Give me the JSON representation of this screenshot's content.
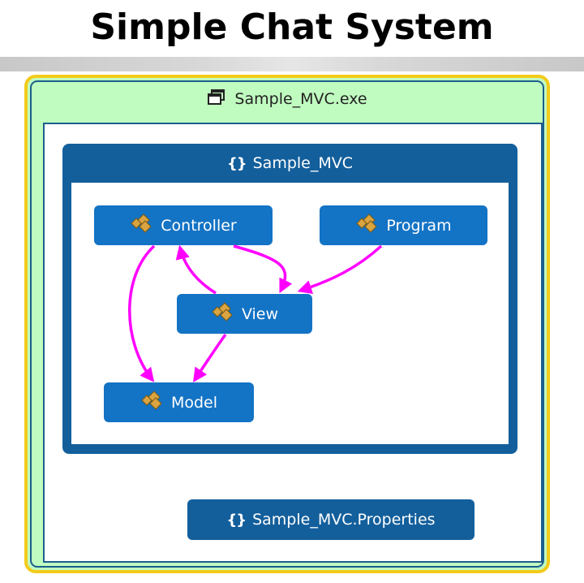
{
  "title": "Simple Chat System",
  "assembly": {
    "label": "Sample_MVC.exe",
    "icon": "assembly-window-icon"
  },
  "namespace": {
    "label": "Sample_MVC",
    "icon": "namespace-braces-icon"
  },
  "classes": {
    "controller": {
      "label": "Controller",
      "icon": "class-icon"
    },
    "program": {
      "label": "Program",
      "icon": "class-icon"
    },
    "view": {
      "label": "View",
      "icon": "class-icon"
    },
    "model": {
      "label": "Model",
      "icon": "class-icon"
    }
  },
  "properties_namespace": {
    "label": "Sample_MVC.Properties",
    "icon": "namespace-braces-icon"
  },
  "edges": [
    {
      "from": "Controller",
      "to": "Model"
    },
    {
      "from": "Controller",
      "to": "View"
    },
    {
      "from": "View",
      "to": "Controller"
    },
    {
      "from": "View",
      "to": "Model"
    },
    {
      "from": "Program",
      "to": "View"
    }
  ],
  "colors": {
    "edge": "#ff00ff",
    "node": "#1373c5",
    "group": "#135f9c",
    "assembly_fill": "#c0fbc0",
    "assembly_border": "#f3cb1a"
  }
}
